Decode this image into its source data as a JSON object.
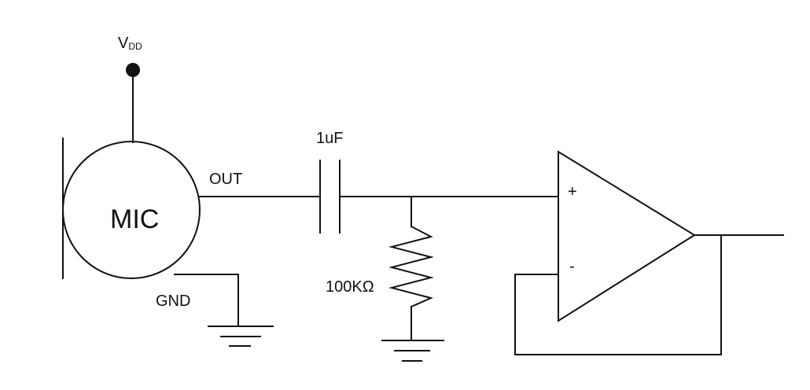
{
  "labels": {
    "vdd_main": "V",
    "vdd_sub": "DD",
    "mic": "MIC",
    "out": "OUT",
    "gnd": "GND",
    "capacitor": "1uF",
    "resistor": "100KΩ",
    "opamp_plus": "+",
    "opamp_minus": "-"
  },
  "colors": {
    "line": "#111111",
    "background": "#ffffff"
  }
}
